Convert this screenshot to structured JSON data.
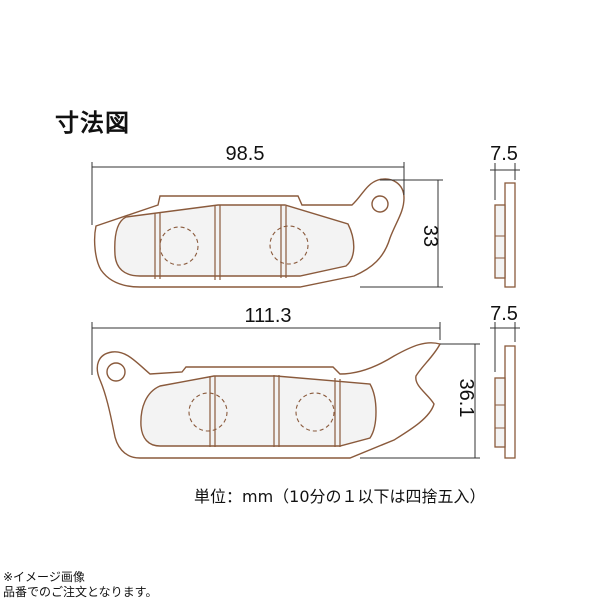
{
  "title": "寸法図",
  "top_pad": {
    "width_label": "98.5",
    "height_label": "33",
    "thickness_label": "7.5"
  },
  "bottom_pad": {
    "width_label": "111.3",
    "height_label": "36.1",
    "thickness_label": "7.5"
  },
  "unit_note": "単位：mm（10分の１以下は四捨五入）",
  "footnote_1": "※イメージ画像",
  "footnote_2": "品番でのご注文となります。",
  "colors": {
    "pad_outline": "#8a5a3c",
    "friction_fill": "#f3f3f3",
    "dimension_line": "#333333"
  }
}
